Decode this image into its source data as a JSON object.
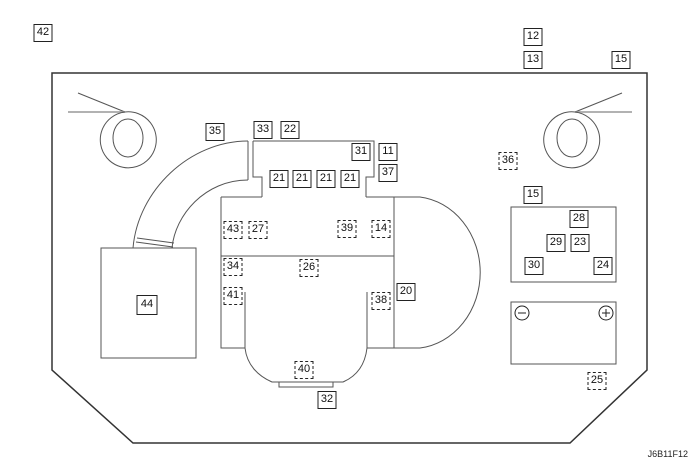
{
  "diagram": {
    "code": "J6B11F12",
    "labels": [
      {
        "text": "42",
        "style": "solid"
      },
      {
        "text": "12",
        "style": "solid"
      },
      {
        "text": "13",
        "style": "solid"
      },
      {
        "text": "15",
        "style": "solid"
      },
      {
        "text": "35",
        "style": "solid"
      },
      {
        "text": "33",
        "style": "solid"
      },
      {
        "text": "22",
        "style": "solid"
      },
      {
        "text": "31",
        "style": "solid"
      },
      {
        "text": "11",
        "style": "solid"
      },
      {
        "text": "37",
        "style": "solid"
      },
      {
        "text": "21",
        "style": "solid"
      },
      {
        "text": "21",
        "style": "solid"
      },
      {
        "text": "21",
        "style": "solid"
      },
      {
        "text": "21",
        "style": "solid"
      },
      {
        "text": "36",
        "style": "dashed"
      },
      {
        "text": "15",
        "style": "solid"
      },
      {
        "text": "28",
        "style": "solid"
      },
      {
        "text": "29",
        "style": "solid"
      },
      {
        "text": "23",
        "style": "solid"
      },
      {
        "text": "30",
        "style": "solid"
      },
      {
        "text": "24",
        "style": "solid"
      },
      {
        "text": "43",
        "style": "dashed"
      },
      {
        "text": "27",
        "style": "dashed"
      },
      {
        "text": "39",
        "style": "dashed"
      },
      {
        "text": "14",
        "style": "dashed"
      },
      {
        "text": "34",
        "style": "dashed"
      },
      {
        "text": "26",
        "style": "dashed"
      },
      {
        "text": "41",
        "style": "dashed"
      },
      {
        "text": "38",
        "style": "dashed"
      },
      {
        "text": "20",
        "style": "solid"
      },
      {
        "text": "44",
        "style": "solid"
      },
      {
        "text": "40",
        "style": "dashed"
      },
      {
        "text": "32",
        "style": "solid"
      },
      {
        "text": "25",
        "style": "dashed"
      }
    ],
    "battery": {
      "negative": "−",
      "positive": "+"
    }
  }
}
